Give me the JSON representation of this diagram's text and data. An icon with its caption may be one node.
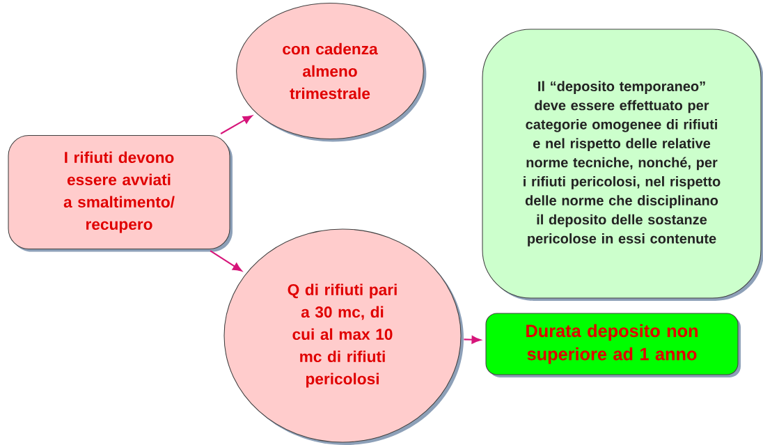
{
  "diagram": {
    "nodes": [
      {
        "text": [
          "I rifiuti devono essere avviati a smaltimento/ recupero"
        ]
      },
      {
        "text": [
          "con cadenza almeno trimestrale"
        ]
      },
      {
        "text": [
          "Q di rifiuti pari a 30 mc, di cui al max 10 mc di rifiuti pericolosi"
        ]
      },
      {
        "text": [
          "Il “deposito temporaneo” deve essere effettuato per categorie omogenee di rifiuti e nel rispetto delle relative norme tecniche, nonché, per i rifiuti pericolosi, nel rispetto delle norme che disciplinano il deposito delle sostanze pericolose in essi contenute"
        ]
      },
      {
        "text": [
          "Durata deposito non superiore ad 1 anno"
        ]
      }
    ],
    "edges": [
      {
        "from": 0,
        "to": 1,
        "arrow": "to"
      },
      {
        "from": 0,
        "to": 2,
        "arrow": "to"
      },
      {
        "from": 2,
        "to": 4,
        "arrow": "to"
      }
    ]
  }
}
